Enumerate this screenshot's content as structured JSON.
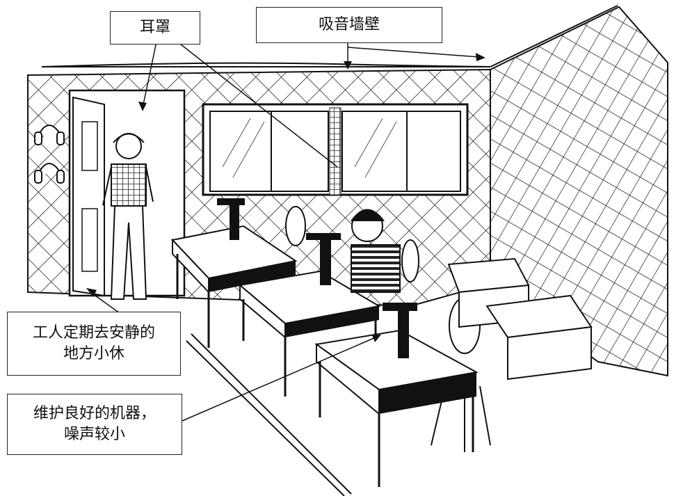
{
  "callouts": {
    "earmuffs": "耳罩",
    "sound_absorbing_wall": "吸音墙壁",
    "rest_area_line1": "工人定期去安静的",
    "rest_area_line2": "地方小休",
    "machine_line1": "维护良好的机器，",
    "machine_line2": "噪声较小"
  }
}
